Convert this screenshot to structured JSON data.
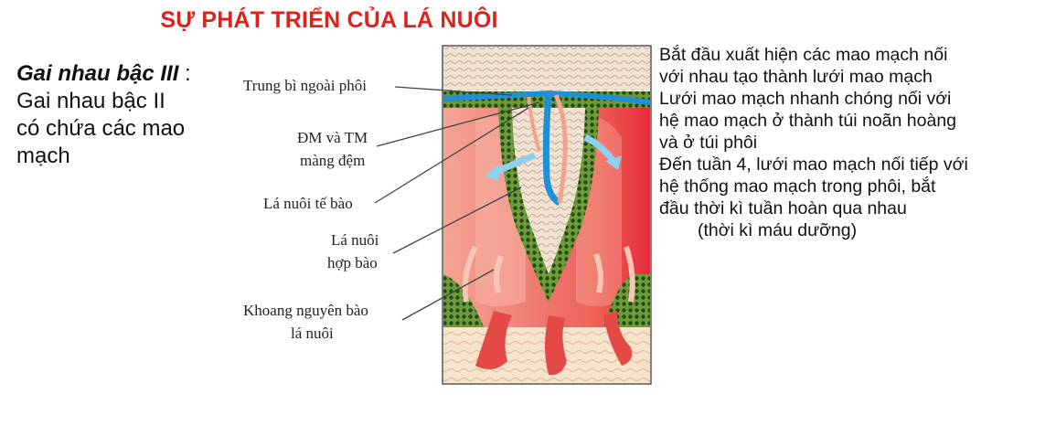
{
  "title": "SỰ PHÁT TRIỂN CỦA LÁ NUÔI",
  "left": {
    "heading": "Gai nhau bậc III",
    "colon": " :",
    "lines": [
      "Gai nhau bậc II",
      "có chứa các mao",
      "mạch"
    ]
  },
  "labels": {
    "trung_bi": "Trung bì ngoài phôi",
    "dm_tm_1": "ĐM và TM",
    "dm_tm_2": "màng đệm",
    "la_nuoi_te_bao": "Lá nuôi tế bào",
    "la_nuoi_hop_bao_1": "Lá nuôi",
    "la_nuoi_hop_bao_2": "hợp bào",
    "khoang_1": "Khoang nguyên bào",
    "khoang_2": "lá nuôi"
  },
  "right": {
    "lines": [
      "Bắt đầu xuất hiện các mao mạch nối",
      "với nhau tạo thành lưới mao mạch",
      "Lưới mao mạch nhanh chóng nối với",
      "hệ mao mạch ở  thành túi noãn hoàng",
      "và ở túi phôi",
      "Đến tuần 4, lưới mao mạch nối tiếp với",
      "hệ thống mao mạch trong phôi, bắt",
      "đầu thời kì tuần hoàn qua nhau"
    ],
    "note": "(thời kì máu dưỡng)"
  },
  "colors": {
    "title": "#e0211b",
    "vessel_blue": "#1f8fd6",
    "vessel_pink": "#f2a38e",
    "syncytio_red": "#e63a3a",
    "lacuna_light": "#f6b0a0",
    "cyto_green": "#5a8a2e",
    "decidua_beige": "#f4ddc4"
  }
}
